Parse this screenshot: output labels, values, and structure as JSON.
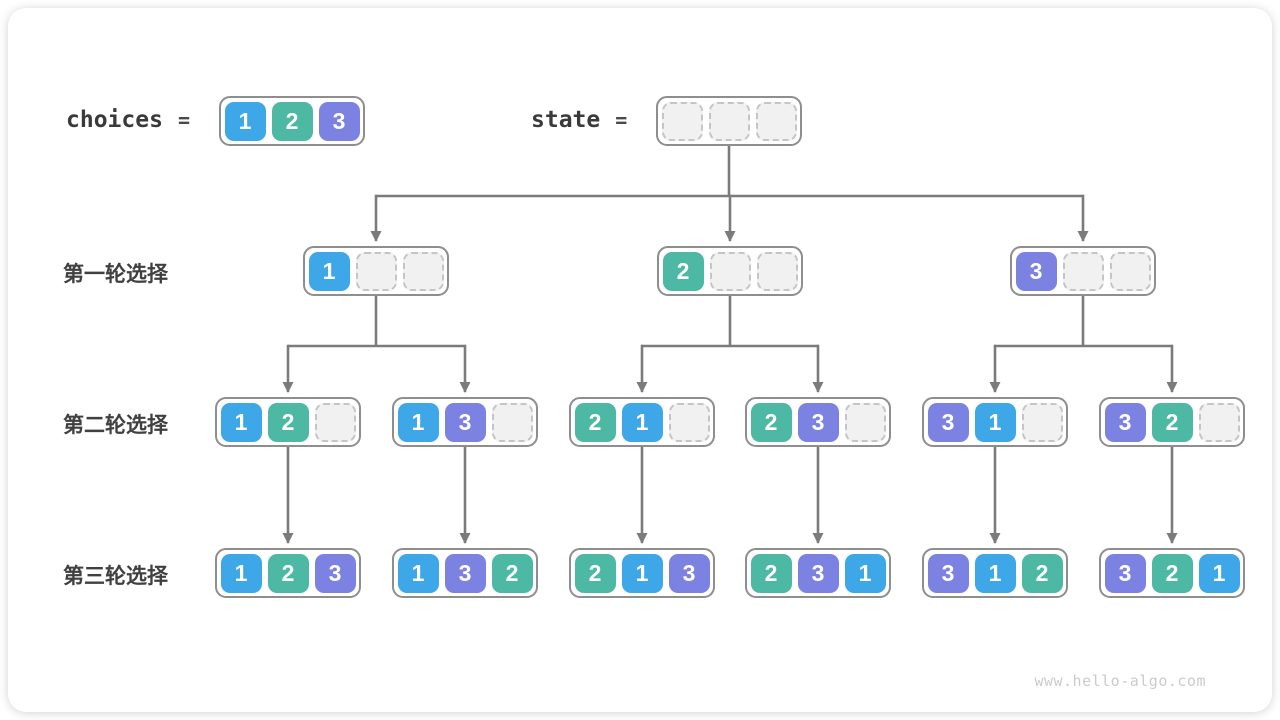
{
  "page": {
    "watermark": "www.hello-algo.com"
  },
  "colors": {
    "value_1": "#3da7e8",
    "value_2": "#4db8a4",
    "value_3": "#7b82e2",
    "empty_fill": "#f1f1f1",
    "empty_border": "#c5c5c5",
    "box_border": "#8e8e8e",
    "connector": "#7b7b7b",
    "watermark_text": "#cbcbcb"
  },
  "header": {
    "choices_label": "choices",
    "equals": "=",
    "choices_values": [
      1,
      2,
      3
    ],
    "state_label": "state",
    "state_values": [
      null,
      null,
      null
    ]
  },
  "rows": [
    {
      "label": "第一轮选择",
      "boxes": [
        [
          1,
          null,
          null
        ],
        [
          2,
          null,
          null
        ],
        [
          3,
          null,
          null
        ]
      ]
    },
    {
      "label": "第二轮选择",
      "boxes": [
        [
          1,
          2,
          null
        ],
        [
          1,
          3,
          null
        ],
        [
          2,
          1,
          null
        ],
        [
          2,
          3,
          null
        ],
        [
          3,
          1,
          null
        ],
        [
          3,
          2,
          null
        ]
      ]
    },
    {
      "label": "第三轮选择",
      "boxes": [
        [
          1,
          2,
          3
        ],
        [
          1,
          3,
          2
        ],
        [
          2,
          1,
          3
        ],
        [
          2,
          3,
          1
        ],
        [
          3,
          1,
          2
        ],
        [
          3,
          2,
          1
        ]
      ]
    }
  ]
}
